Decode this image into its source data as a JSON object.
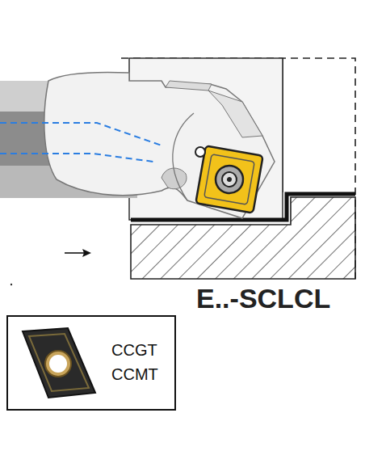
{
  "diagram": {
    "nodes": [
      {
        "text": [
          "CCGT",
          "CCMT"
        ]
      }
    ],
    "labels": [
      "E..-SCLCL"
    ]
  }
}
